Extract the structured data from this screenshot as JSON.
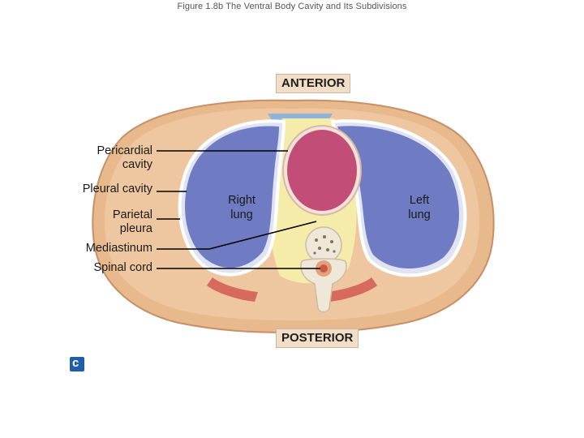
{
  "caption": "Figure 1.8b The Ventral Body Cavity and Its Subdivisions",
  "orientation": {
    "anterior": "ANTERIOR",
    "posterior": "POSTERIOR"
  },
  "labels": {
    "pericardial_1": "Pericardial",
    "pericardial_2": "cavity",
    "pleural": "Pleural cavity",
    "parietal_1": "Parietal",
    "parietal_2": "pleura",
    "mediastinum": "Mediastinum",
    "spinal": "Spinal cord"
  },
  "lungs": {
    "right_1": "Right",
    "right_2": "lung",
    "left_1": "Left",
    "left_2": "lung"
  },
  "badge": "c",
  "colors": {
    "body_wall": "#e7b98c",
    "body_wall_edge": "#c98f66",
    "lung": "#6f7cc4",
    "lung_dark": "#5a68b3",
    "pleura_space": "#dfe3f2",
    "heart": "#c24e78",
    "mediastinum": "#f6ecaa",
    "vertebra": "#efe7d7",
    "muscle_red": "#d76a5c",
    "rib": "#8fb4d8",
    "badge": "#1f5ea8"
  }
}
